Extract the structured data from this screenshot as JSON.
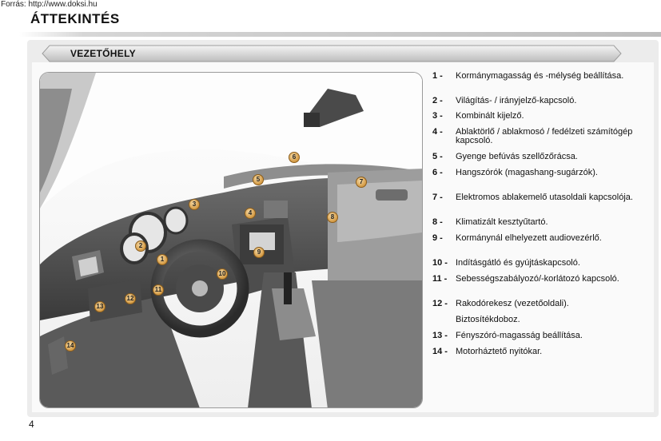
{
  "source_note": "Forrás: http://www.doksi.hu",
  "page_title": "ÁTTEKINTÉS",
  "section_title": "VEZETŐHELY",
  "page_number": "4",
  "callouts": [
    "1",
    "2",
    "3",
    "4",
    "5",
    "6",
    "7",
    "8",
    "9",
    "10",
    "11",
    "12",
    "13",
    "14"
  ],
  "legend": [
    {
      "num": "1 -",
      "text": "Kormánymagasság és -mélység beállítása."
    },
    {
      "num": "2 -",
      "text": "Világítás- / irányjelző-kapcsoló."
    },
    {
      "num": "3 -",
      "text": "Kombinált kijelző."
    },
    {
      "num": "4 -",
      "text": "Ablaktörlő / ablakmosó / fedélzeti számítógép kapcsoló."
    },
    {
      "num": "5 -",
      "text": "Gyenge befúvás szellőzőrácsa."
    },
    {
      "num": "6 -",
      "text": "Hangszórók (magashang-sugárzók)."
    },
    {
      "num": "7 -",
      "text": "Elektromos ablakemelő utasoldali kapcsolója."
    },
    {
      "num": "8 -",
      "text": "Klimatizált kesztyűtartó."
    },
    {
      "num": "9 -",
      "text": "Kormánynál elhelyezett audiovezérlő."
    },
    {
      "num": "10 -",
      "text": "Indításgátló és gyújtáskapcsoló."
    },
    {
      "num": "11 -",
      "text": "Sebességszabályozó/-korlátozó kapcsoló."
    },
    {
      "num": "12 -",
      "text": "Rakodórekesz (vezetőoldali)."
    },
    {
      "num": "",
      "text": "Biztosítékdoboz."
    },
    {
      "num": "13 -",
      "text": "Fényszóró-magasság beállítása."
    },
    {
      "num": "14 -",
      "text": "Motorháztető nyitókar."
    }
  ]
}
